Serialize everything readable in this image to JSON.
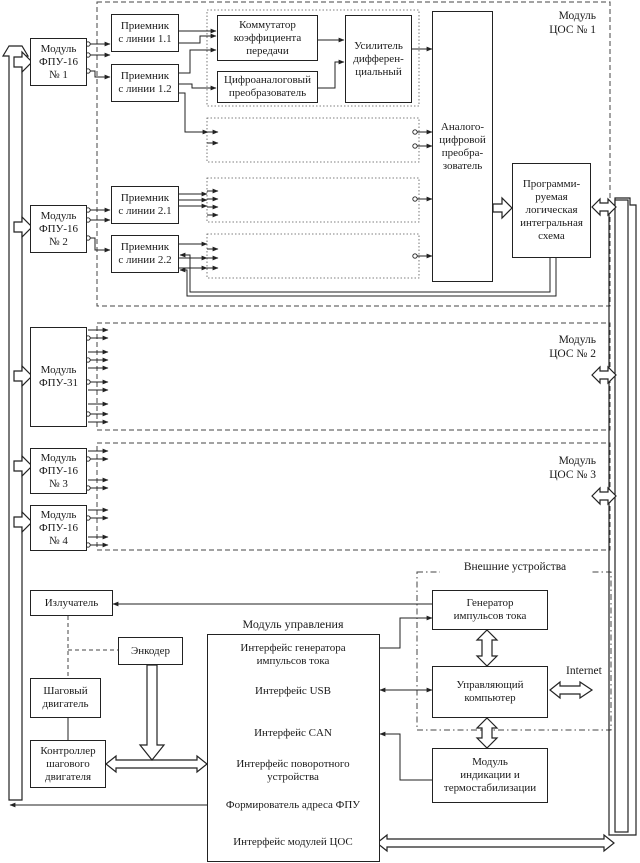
{
  "dsp_modules": {
    "dsp1_title": "Модуль\nЦОС № 1",
    "dsp2_title": "Модуль\nЦОС № 2",
    "dsp3_title": "Модуль\nЦОС № 3"
  },
  "pu_modules": {
    "fpu16_1": "Модуль\nФПУ-16\n№ 1",
    "fpu16_2": "Модуль\nФПУ-16\n№ 2",
    "fpu31": "Модуль\nФПУ-31",
    "fpu16_3": "Модуль\nФПУ-16\n№ 3",
    "fpu16_4": "Модуль\nФПУ-16\n№ 4"
  },
  "dsp1_blocks": {
    "rx_1_1": "Приемник\nс линии 1.1",
    "rx_1_2": "Приемник\nс линии 1.2",
    "rx_2_1": "Приемник\nс линии 2.1",
    "rx_2_2": "Приемник\nс линии 2.2",
    "gain_switch": "Коммутатор\nкоэффициента\nпередачи",
    "dac": "Цифроаналоговый\nпреобразователь",
    "diff_amp": "Усилитель\nдифферен-\nциальный",
    "adc": "Аналого-\nцифровой\nпреобра-\nзователь",
    "plic": "Программи-\nруемая\nлогическая\nинтегральная\nсхема"
  },
  "external": {
    "title": "Внешние устройства",
    "current_pulse_gen": "Генератор\nимпульсов тока",
    "control_pc": "Управляющий\nкомпьютер",
    "internet": "Internet",
    "indication": "Модуль\nиндикации и\nтермостабилизации"
  },
  "left_devices": {
    "emitter": "Излучатель",
    "encoder": "Энкодер",
    "stepper_motor": "Шаговый\nдвигатель",
    "stepper_controller": "Контроллер\nшагового\nдвигателя"
  },
  "control_module": {
    "title": "Модуль управления",
    "rows": [
      "Интерфейс генератора\nимпульсов тока",
      "Интерфейс USB",
      "Интерфейс CAN",
      "Интерфейс поворотного\nустройства",
      "Формирователь адреса ФПУ",
      "Интерфейс модулей ЦОС"
    ]
  }
}
